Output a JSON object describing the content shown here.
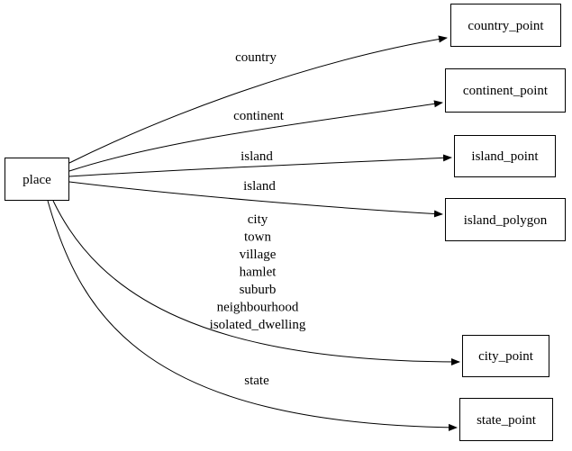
{
  "diagram": {
    "background_color": "#ffffff",
    "line_color": "#000000",
    "text_color": "#000000",
    "nodes": {
      "place": {
        "label": "place"
      },
      "country_point": {
        "label": "country_point"
      },
      "continent_point": {
        "label": "continent_point"
      },
      "island_point": {
        "label": "island_point"
      },
      "island_polygon": {
        "label": "island_polygon"
      },
      "city_point": {
        "label": "city_point"
      },
      "state_point": {
        "label": "state_point"
      }
    },
    "edges": [
      {
        "from": "place",
        "to": "country_point",
        "label": "country"
      },
      {
        "from": "place",
        "to": "continent_point",
        "label": "continent"
      },
      {
        "from": "place",
        "to": "island_point",
        "label": "island"
      },
      {
        "from": "place",
        "to": "island_polygon",
        "label": "island"
      },
      {
        "from": "place",
        "to": "city_point",
        "label_lines": [
          "city",
          "town",
          "village",
          "hamlet",
          "suburb",
          "neighbourhood",
          "isolated_dwelling"
        ]
      },
      {
        "from": "place",
        "to": "state_point",
        "label": "state"
      }
    ]
  }
}
